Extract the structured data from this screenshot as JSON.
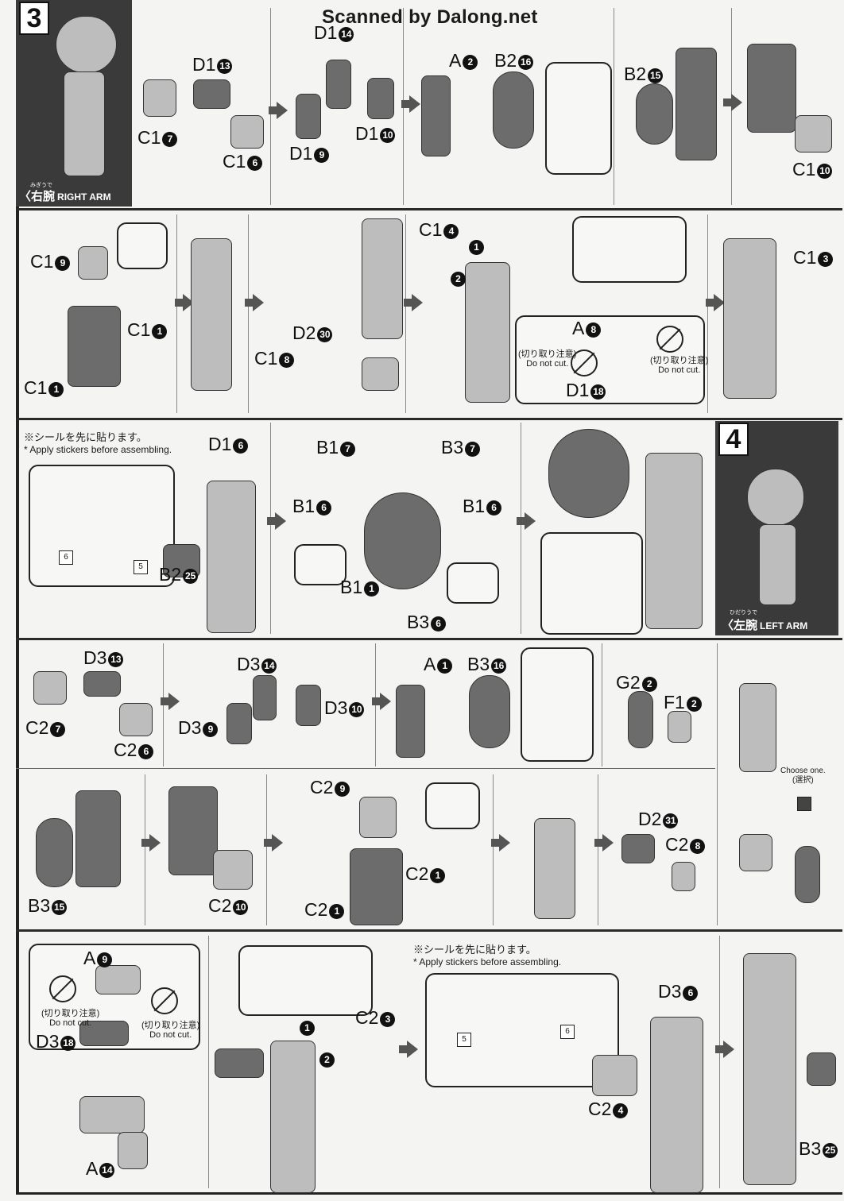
{
  "header": {
    "title": "Scanned by Dalong.net"
  },
  "step3": {
    "number": "3",
    "caption_jp": "右腕",
    "caption_ruby": "みぎうで",
    "caption_en": "RIGHT ARM"
  },
  "step4": {
    "number": "4",
    "caption_jp": "左腕",
    "caption_ruby": "ひだりうで",
    "caption_en": "LEFT ARM"
  },
  "row1": {
    "labels": [
      {
        "p": "D1",
        "n": "13"
      },
      {
        "p": "C1",
        "n": "7"
      },
      {
        "p": "C1",
        "n": "6"
      },
      {
        "p": "D1",
        "n": "14"
      },
      {
        "p": "D1",
        "n": "9"
      },
      {
        "p": "D1",
        "n": "10"
      },
      {
        "p": "A",
        "n": "2"
      },
      {
        "p": "B2",
        "n": "16"
      },
      {
        "p": "B2",
        "n": "15"
      },
      {
        "p": "C1",
        "n": "10"
      }
    ]
  },
  "row2": {
    "labels": [
      {
        "p": "C1",
        "n": "9"
      },
      {
        "p": "C1",
        "n": "1"
      },
      {
        "p": "C1",
        "n": "1"
      },
      {
        "p": "C1",
        "n": "8"
      },
      {
        "p": "D2",
        "n": "30"
      },
      {
        "p": "C1",
        "n": "4"
      },
      {
        "p": "A",
        "n": "8"
      },
      {
        "p": "D1",
        "n": "18"
      },
      {
        "p": "C1",
        "n": "3"
      }
    ],
    "order": [
      "1",
      "2"
    ]
  },
  "row3": {
    "labels": [
      {
        "p": "D1",
        "n": "6"
      },
      {
        "p": "B2",
        "n": "25"
      },
      {
        "p": "B1",
        "n": "7"
      },
      {
        "p": "B3",
        "n": "7"
      },
      {
        "p": "B1",
        "n": "6"
      },
      {
        "p": "B1",
        "n": "6"
      },
      {
        "p": "B1",
        "n": "1"
      },
      {
        "p": "B3",
        "n": "6"
      }
    ],
    "stickers": [
      "6",
      "5"
    ]
  },
  "row4": {
    "labels": [
      {
        "p": "D3",
        "n": "13"
      },
      {
        "p": "C2",
        "n": "7"
      },
      {
        "p": "C2",
        "n": "6"
      },
      {
        "p": "D3",
        "n": "14"
      },
      {
        "p": "D3",
        "n": "9"
      },
      {
        "p": "D3",
        "n": "10"
      },
      {
        "p": "A",
        "n": "1"
      },
      {
        "p": "B3",
        "n": "16"
      },
      {
        "p": "G2",
        "n": "2"
      },
      {
        "p": "F1",
        "n": "2"
      }
    ]
  },
  "row5": {
    "labels": [
      {
        "p": "B3",
        "n": "15"
      },
      {
        "p": "C2",
        "n": "10"
      },
      {
        "p": "C2",
        "n": "9"
      },
      {
        "p": "C2",
        "n": "1"
      },
      {
        "p": "C2",
        "n": "1"
      },
      {
        "p": "D2",
        "n": "31"
      },
      {
        "p": "C2",
        "n": "8"
      }
    ],
    "choose_en": "Choose one.",
    "choose_jp": "(選択)"
  },
  "row6": {
    "labels": [
      {
        "p": "A",
        "n": "9"
      },
      {
        "p": "D3",
        "n": "18"
      },
      {
        "p": "A",
        "n": "14"
      },
      {
        "p": "C2",
        "n": "3"
      },
      {
        "p": "D3",
        "n": "6"
      },
      {
        "p": "C2",
        "n": "4"
      },
      {
        "p": "B3",
        "n": "25"
      }
    ],
    "stickers": [
      "5",
      "6"
    ],
    "order": [
      "1",
      "2"
    ]
  },
  "notes": {
    "sticker_jp": "※シールを先に貼ります。",
    "sticker_en": "* Apply stickers before assembling.",
    "nocut_jp": "(切り取り注意)",
    "nocut_en": "Do not cut."
  }
}
